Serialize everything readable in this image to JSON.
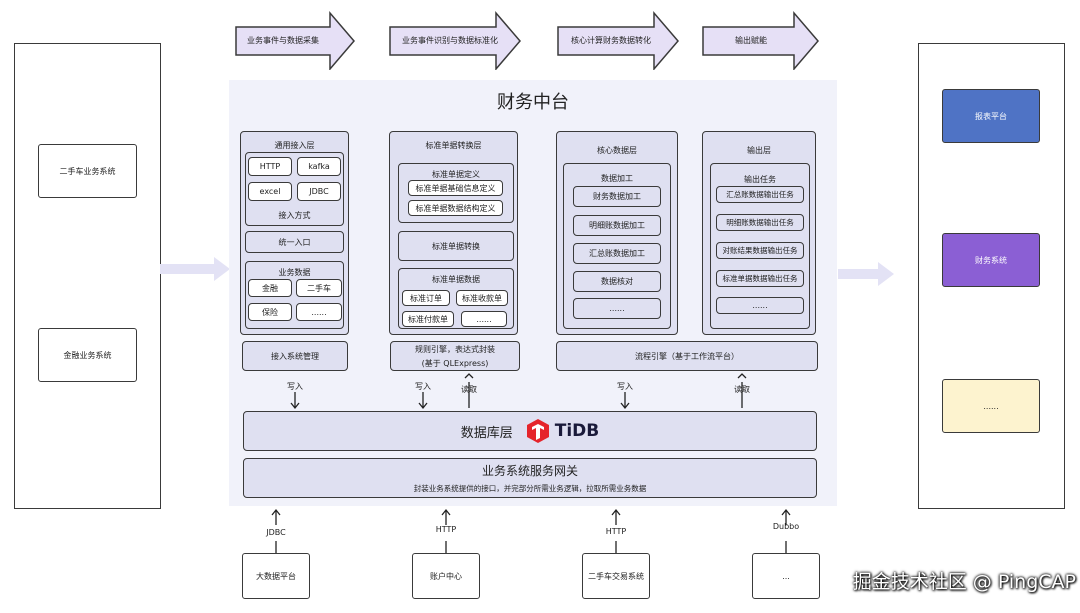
{
  "stages": [
    "业务事件与数据采集",
    "业务事件识别与数据标准化",
    "核心计算财务数据转化",
    "输出赋能"
  ],
  "left_systems": [
    "二手车业务系统",
    "金融业务系统"
  ],
  "center": {
    "title": "财务中台",
    "access": {
      "title": "通用接入层",
      "methods": [
        "HTTP",
        "kafka",
        "excel",
        "JDBC"
      ],
      "methods_label": "接入方式",
      "unified": "统一入口",
      "biz_label": "业务数据",
      "biz_items": [
        "金融",
        "二手车",
        "保险",
        "......"
      ],
      "footer": "接入系统管理"
    },
    "standard": {
      "title": "标准单据转换层",
      "def_label": "标准单据定义",
      "defs": [
        "标准单据基础信息定义",
        "标准单据数据结构定义"
      ],
      "convert": "标准单据转换",
      "data_label": "标准单据数据",
      "items": [
        "标准订单",
        "标准收款单",
        "标准付款单",
        "......"
      ],
      "footer_line1": "规则引擎，表达式封装",
      "footer_line2": "(基于 QLExpress)"
    },
    "core": {
      "title": "核心数据层",
      "proc_label": "数据加工",
      "items": [
        "财务数据加工",
        "明细账数据加工",
        "汇总账数据加工",
        "数据核对",
        "......"
      ]
    },
    "output": {
      "title": "输出层",
      "task_label": "输出任务",
      "items": [
        "汇总账数据输出任务",
        "明细账数据输出任务",
        "对账结果数据输出任务",
        "标准单据数据输出任务",
        "......"
      ]
    },
    "process_engine": "流程引擎（基于工作流平台）",
    "db_label": "数据库层",
    "tidb_label": "TiDB",
    "gateway_title": "业务系统服务网关",
    "gateway_desc": "封装业务系统提供的接口，并完部分所需业务逻辑，拉取所需业务数据"
  },
  "arrows": {
    "write": "写入",
    "read": "读取",
    "bottom": [
      "JDBC",
      "HTTP",
      "HTTP",
      "Dubbo"
    ]
  },
  "bottom_systems": [
    "大数据平台",
    "账户中心",
    "二手车交易系统",
    "..."
  ],
  "right_systems": [
    "报表平台",
    "财务系统",
    "......"
  ],
  "watermark": "掘金技术社区 @ PingCAP",
  "colors": {
    "stage_fill": "#e6e0f6",
    "panel_bg": "#f1f2fa",
    "box_fill": "#dfe0f1",
    "report_blue": "#4f73c5",
    "finance_purple": "#8b5fd4",
    "placeholder_yellow": "#fdf3cf",
    "tidb_red": "#e5242b",
    "flow_arrow": "#e3e2f5"
  }
}
